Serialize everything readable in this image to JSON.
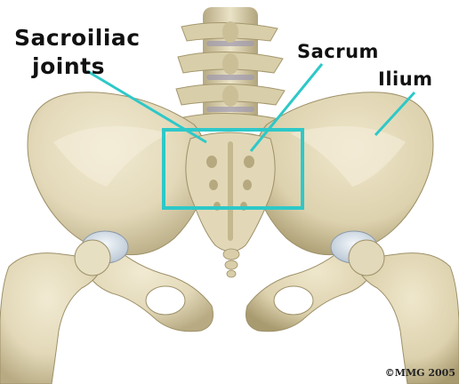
{
  "labels": {
    "sacroiliac_line1": "Sacroiliac",
    "sacroiliac_line2": "joints",
    "sacrum": "Sacrum",
    "ilium": "Ilium"
  },
  "copyright": "©MMG 2005",
  "colors": {
    "highlight": "#2ec8c8",
    "bone": "#e6dec1",
    "bone_shadow": "#b9ad87",
    "cartilage": "#e4ecf3"
  }
}
